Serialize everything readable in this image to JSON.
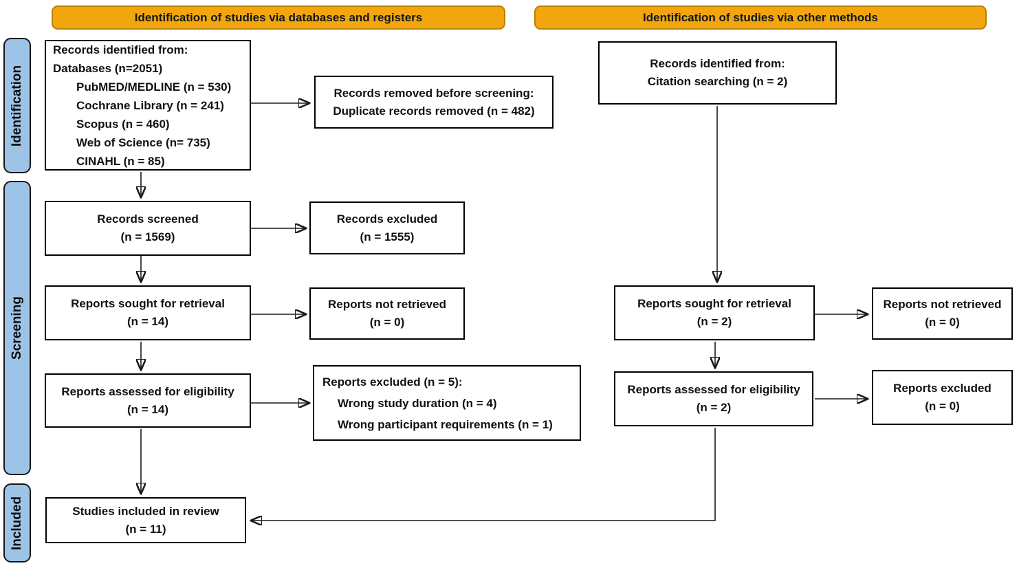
{
  "headers": {
    "databases": "Identification of studies via databases and registers",
    "other": "Identification of studies via other methods"
  },
  "stage_labels": {
    "identification": "Identification",
    "screening": "Screening",
    "included": "Included"
  },
  "colors": {
    "header_fill": "#F2A60E",
    "header_border": "#BF7F00",
    "stage_fill": "#9DC3E6",
    "box_border": "#000000",
    "arrow": "#1a1a1a"
  },
  "databases_column": {
    "records_identified": {
      "intro_lines": [
        "Records identified from:",
        "Databases (n=2051)"
      ],
      "sources": [
        "PubMED/MEDLINE (n = 530)",
        "Cochrane Library (n = 241)",
        "Scopus (n = 460)",
        "Web of Science (n= 735)",
        "CINAHL (n = 85)"
      ]
    },
    "records_removed": {
      "lines": [
        "Records removed before screening:",
        "Duplicate records removed (n = 482)"
      ]
    },
    "records_screened": {
      "lines": [
        "Records screened",
        "(n = 1569)"
      ]
    },
    "records_excluded": {
      "lines": [
        "Records excluded",
        "(n = 1555)"
      ]
    },
    "reports_sought": {
      "lines": [
        "Reports sought for retrieval",
        "(n = 14)"
      ]
    },
    "reports_not_retrieved": {
      "lines": [
        "Reports not retrieved",
        "(n = 0)"
      ]
    },
    "reports_assessed": {
      "lines": [
        "Reports assessed for eligibility",
        "(n = 14)"
      ]
    },
    "reports_excluded": {
      "title": "Reports excluded (n = 5):",
      "reasons": [
        "Wrong study duration (n = 4)",
        "Wrong participant requirements (n = 1)"
      ]
    },
    "studies_included": {
      "lines": [
        "Studies included in review",
        "(n = 11)"
      ]
    }
  },
  "other_methods_column": {
    "records_identified": {
      "lines": [
        "Records identified from:",
        "Citation searching (n = 2)"
      ]
    },
    "reports_sought": {
      "lines": [
        "Reports sought for retrieval",
        "(n = 2)"
      ]
    },
    "reports_not_retrieved": {
      "lines": [
        "Reports not retrieved",
        "(n = 0)"
      ]
    },
    "reports_assessed": {
      "lines": [
        "Reports assessed for eligibility",
        "(n = 2)"
      ]
    },
    "reports_excluded": {
      "lines": [
        "Reports excluded",
        "(n = 0)"
      ]
    }
  }
}
